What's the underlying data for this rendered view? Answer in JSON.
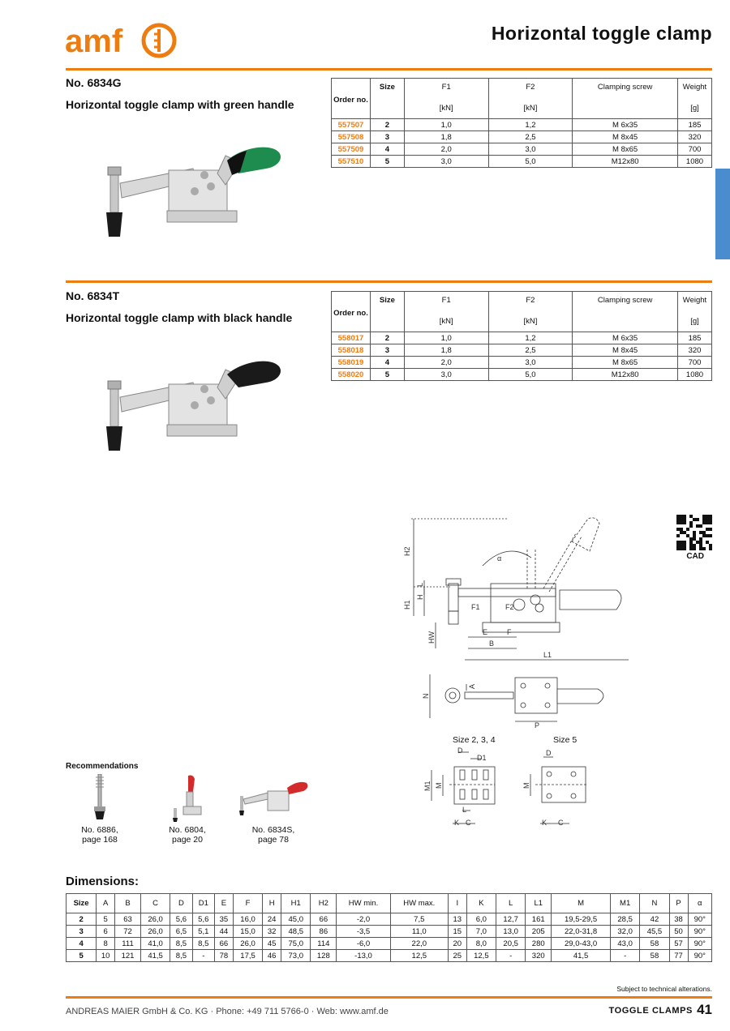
{
  "header": {
    "logo_text": "amf",
    "title": "Horizontal toggle clamp"
  },
  "colors": {
    "accent": "#ee7d11",
    "tab": "#4b8ccf",
    "green_handle": "#1e8c4e",
    "black_handle": "#1a1a1a"
  },
  "products": [
    {
      "number": "No. 6834G",
      "description": "Horizontal toggle clamp with green handle",
      "handle_color": "green",
      "rows": [
        {
          "order": "557507",
          "size": "2",
          "f1": "1,0",
          "f2": "1,2",
          "screw": "M 6x35",
          "weight": "185"
        },
        {
          "order": "557508",
          "size": "3",
          "f1": "1,8",
          "f2": "2,5",
          "screw": "M 8x45",
          "weight": "320"
        },
        {
          "order": "557509",
          "size": "4",
          "f1": "2,0",
          "f2": "3,0",
          "screw": "M 8x65",
          "weight": "700"
        },
        {
          "order": "557510",
          "size": "5",
          "f1": "3,0",
          "f2": "5,0",
          "screw": "M12x80",
          "weight": "1080"
        }
      ]
    },
    {
      "number": "No. 6834T",
      "description": "Horizontal toggle clamp with black handle",
      "handle_color": "black",
      "rows": [
        {
          "order": "558017",
          "size": "2",
          "f1": "1,0",
          "f2": "1,2",
          "screw": "M 6x35",
          "weight": "185"
        },
        {
          "order": "558018",
          "size": "3",
          "f1": "1,8",
          "f2": "2,5",
          "screw": "M 8x45",
          "weight": "320"
        },
        {
          "order": "558019",
          "size": "4",
          "f1": "2,0",
          "f2": "3,0",
          "screw": "M 8x65",
          "weight": "700"
        },
        {
          "order": "558020",
          "size": "5",
          "f1": "3,0",
          "f2": "5,0",
          "screw": "M12x80",
          "weight": "1080"
        }
      ]
    }
  ],
  "spec_headers": {
    "order": "Order no.",
    "size": "Size",
    "f1": "F1",
    "f2": "F2",
    "screw": "Clamping screw",
    "weight": "Weight",
    "unit_kn": "[kN]",
    "unit_g": "[g]"
  },
  "cad": {
    "label": "CAD"
  },
  "drawing_labels": {
    "h2": "H2",
    "h1": "H1",
    "h": "H",
    "hw": "HW",
    "l": "L",
    "e": "E",
    "f": "F",
    "b": "B",
    "l1": "L1",
    "f1": "F1",
    "f2": "F2",
    "alpha": "α",
    "n": "N",
    "a": "A",
    "p": "P",
    "d": "D",
    "d1": "D1",
    "m": "M",
    "m1": "M1",
    "k": "K",
    "c": "C",
    "size_234": "Size 2, 3, 4",
    "size_5": "Size 5"
  },
  "recommendations": {
    "title": "Recommendations",
    "items": [
      {
        "caption_1": "No. 6886,",
        "caption_2": "page 168"
      },
      {
        "caption_1": "No. 6804,",
        "caption_2": "page 20"
      },
      {
        "caption_1": "No. 6834S,",
        "caption_2": "page 78"
      }
    ]
  },
  "dimensions": {
    "title": "Dimensions:",
    "headers": [
      "Size",
      "A",
      "B",
      "C",
      "D",
      "D1",
      "E",
      "F",
      "H",
      "H1",
      "H2",
      "HW min.",
      "HW max.",
      "I",
      "K",
      "L",
      "L1",
      "M",
      "M1",
      "N",
      "P",
      "α"
    ],
    "rows": [
      [
        "2",
        "5",
        "63",
        "26,0",
        "5,6",
        "5,6",
        "35",
        "16,0",
        "24",
        "45,0",
        "66",
        "-2,0",
        "7,5",
        "13",
        "6,0",
        "12,7",
        "161",
        "19,5-29,5",
        "28,5",
        "42",
        "38",
        "90°"
      ],
      [
        "3",
        "6",
        "72",
        "26,0",
        "6,5",
        "5,1",
        "44",
        "15,0",
        "32",
        "48,5",
        "86",
        "-3,5",
        "11,0",
        "15",
        "7,0",
        "13,0",
        "205",
        "22,0-31,8",
        "32,0",
        "45,5",
        "50",
        "90°"
      ],
      [
        "4",
        "8",
        "111",
        "41,0",
        "8,5",
        "8,5",
        "66",
        "26,0",
        "45",
        "75,0",
        "114",
        "-6,0",
        "22,0",
        "20",
        "8,0",
        "20,5",
        "280",
        "29,0-43,0",
        "43,0",
        "58",
        "57",
        "90°"
      ],
      [
        "5",
        "10",
        "121",
        "41,5",
        "8,5",
        "-",
        "78",
        "17,5",
        "46",
        "73,0",
        "128",
        "-13,0",
        "12,5",
        "25",
        "12,5",
        "-",
        "320",
        "41,5",
        "-",
        "58",
        "77",
        "90°"
      ]
    ]
  },
  "footer": {
    "note": "Subject to technical alterations.",
    "company": "ANDREAS MAIER GmbH & Co. KG  ·  Phone: +49 711 5766-0  ·  Web: www.amf.de",
    "section": "TOGGLE CLAMPS",
    "page": "41"
  }
}
